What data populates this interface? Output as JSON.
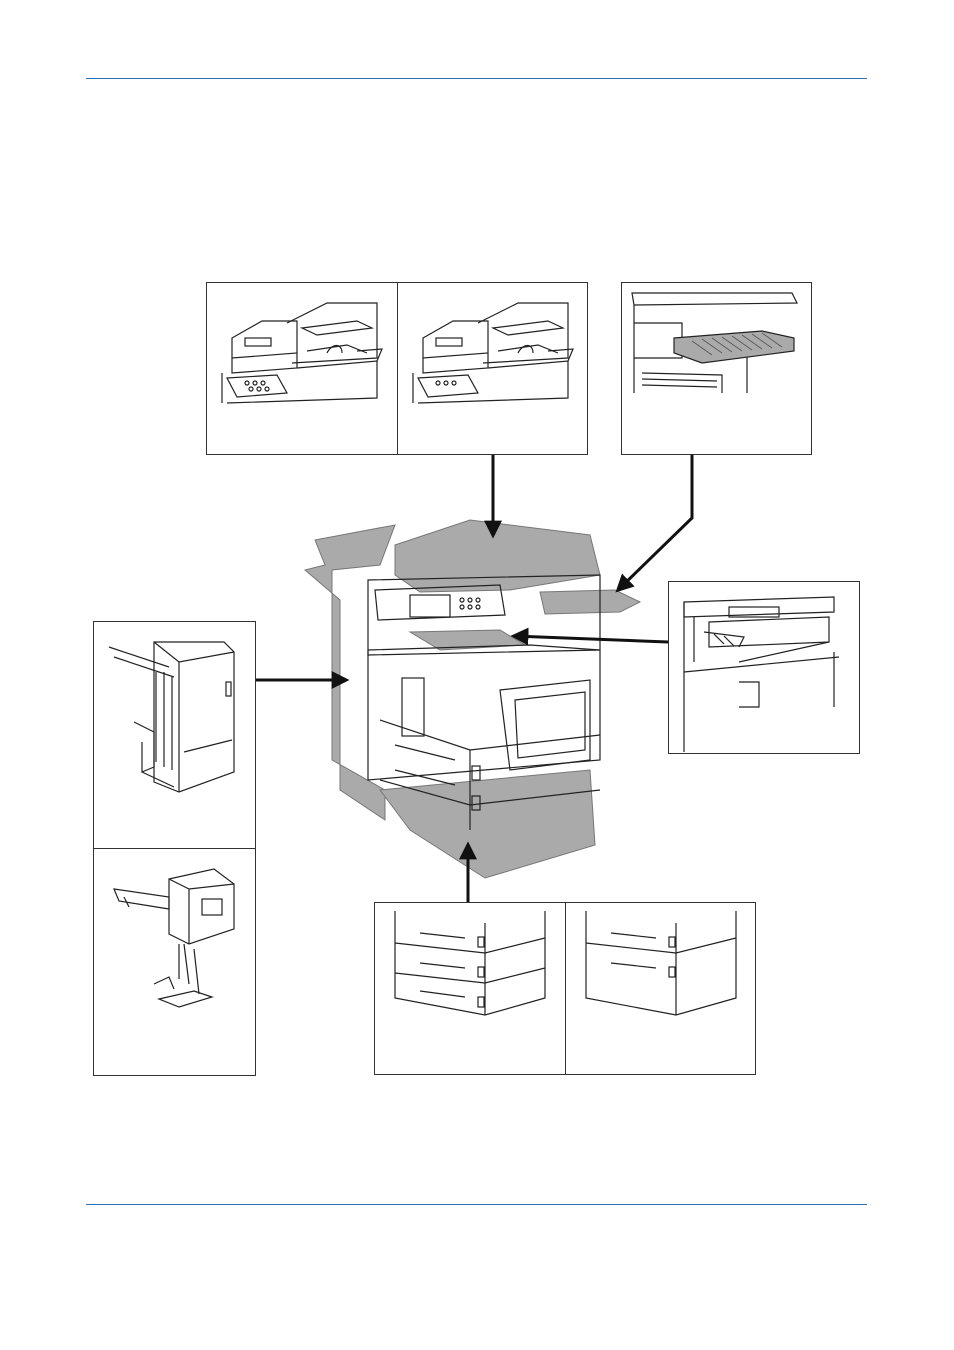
{
  "colors": {
    "rule": "#2f6fb8",
    "highlight": "#aaaaaa",
    "line": "#222222",
    "arrow": "#111111"
  },
  "options": [
    {
      "group": "document-processor",
      "variants": [
        "dp-variant-a-icon",
        "dp-variant-b-icon"
      ]
    },
    {
      "group": "job-separator",
      "variants": [
        "job-separator-icon"
      ]
    },
    {
      "group": "internal-tray",
      "variants": [
        "internal-tray-icon"
      ]
    },
    {
      "group": "finisher",
      "variants": [
        "document-finisher-icon",
        "booklet-finisher-icon"
      ]
    },
    {
      "group": "paper-feeder",
      "variants": [
        "paper-feeder-3-icon",
        "paper-feeder-2-icon"
      ]
    }
  ]
}
